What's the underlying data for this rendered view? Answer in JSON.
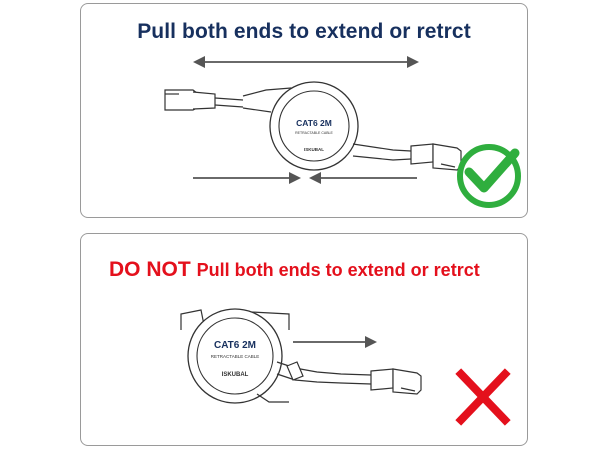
{
  "correct_panel": {
    "heading": "Pull both ends to extend or retrct",
    "device_label": "CAT6 2M",
    "device_sublabel": "RETRACTABLE CABLE",
    "device_brand": "ISKUBAL",
    "status_icon": "green-checkmark-icon",
    "status_color": "#2fae3e"
  },
  "incorrect_panel": {
    "negation": "DO NOT",
    "heading": "Pull both ends to extend or retrct",
    "device_label": "CAT6 2M",
    "device_sublabel": "RETRACTABLE CABLE",
    "device_brand": "ISKUBAL",
    "status_icon": "red-cross-icon",
    "status_color": "#e4101c"
  },
  "colors": {
    "heading_top": "#17305e",
    "heading_bottom": "#e4101c",
    "arrow": "#555555",
    "outline": "#333333"
  }
}
